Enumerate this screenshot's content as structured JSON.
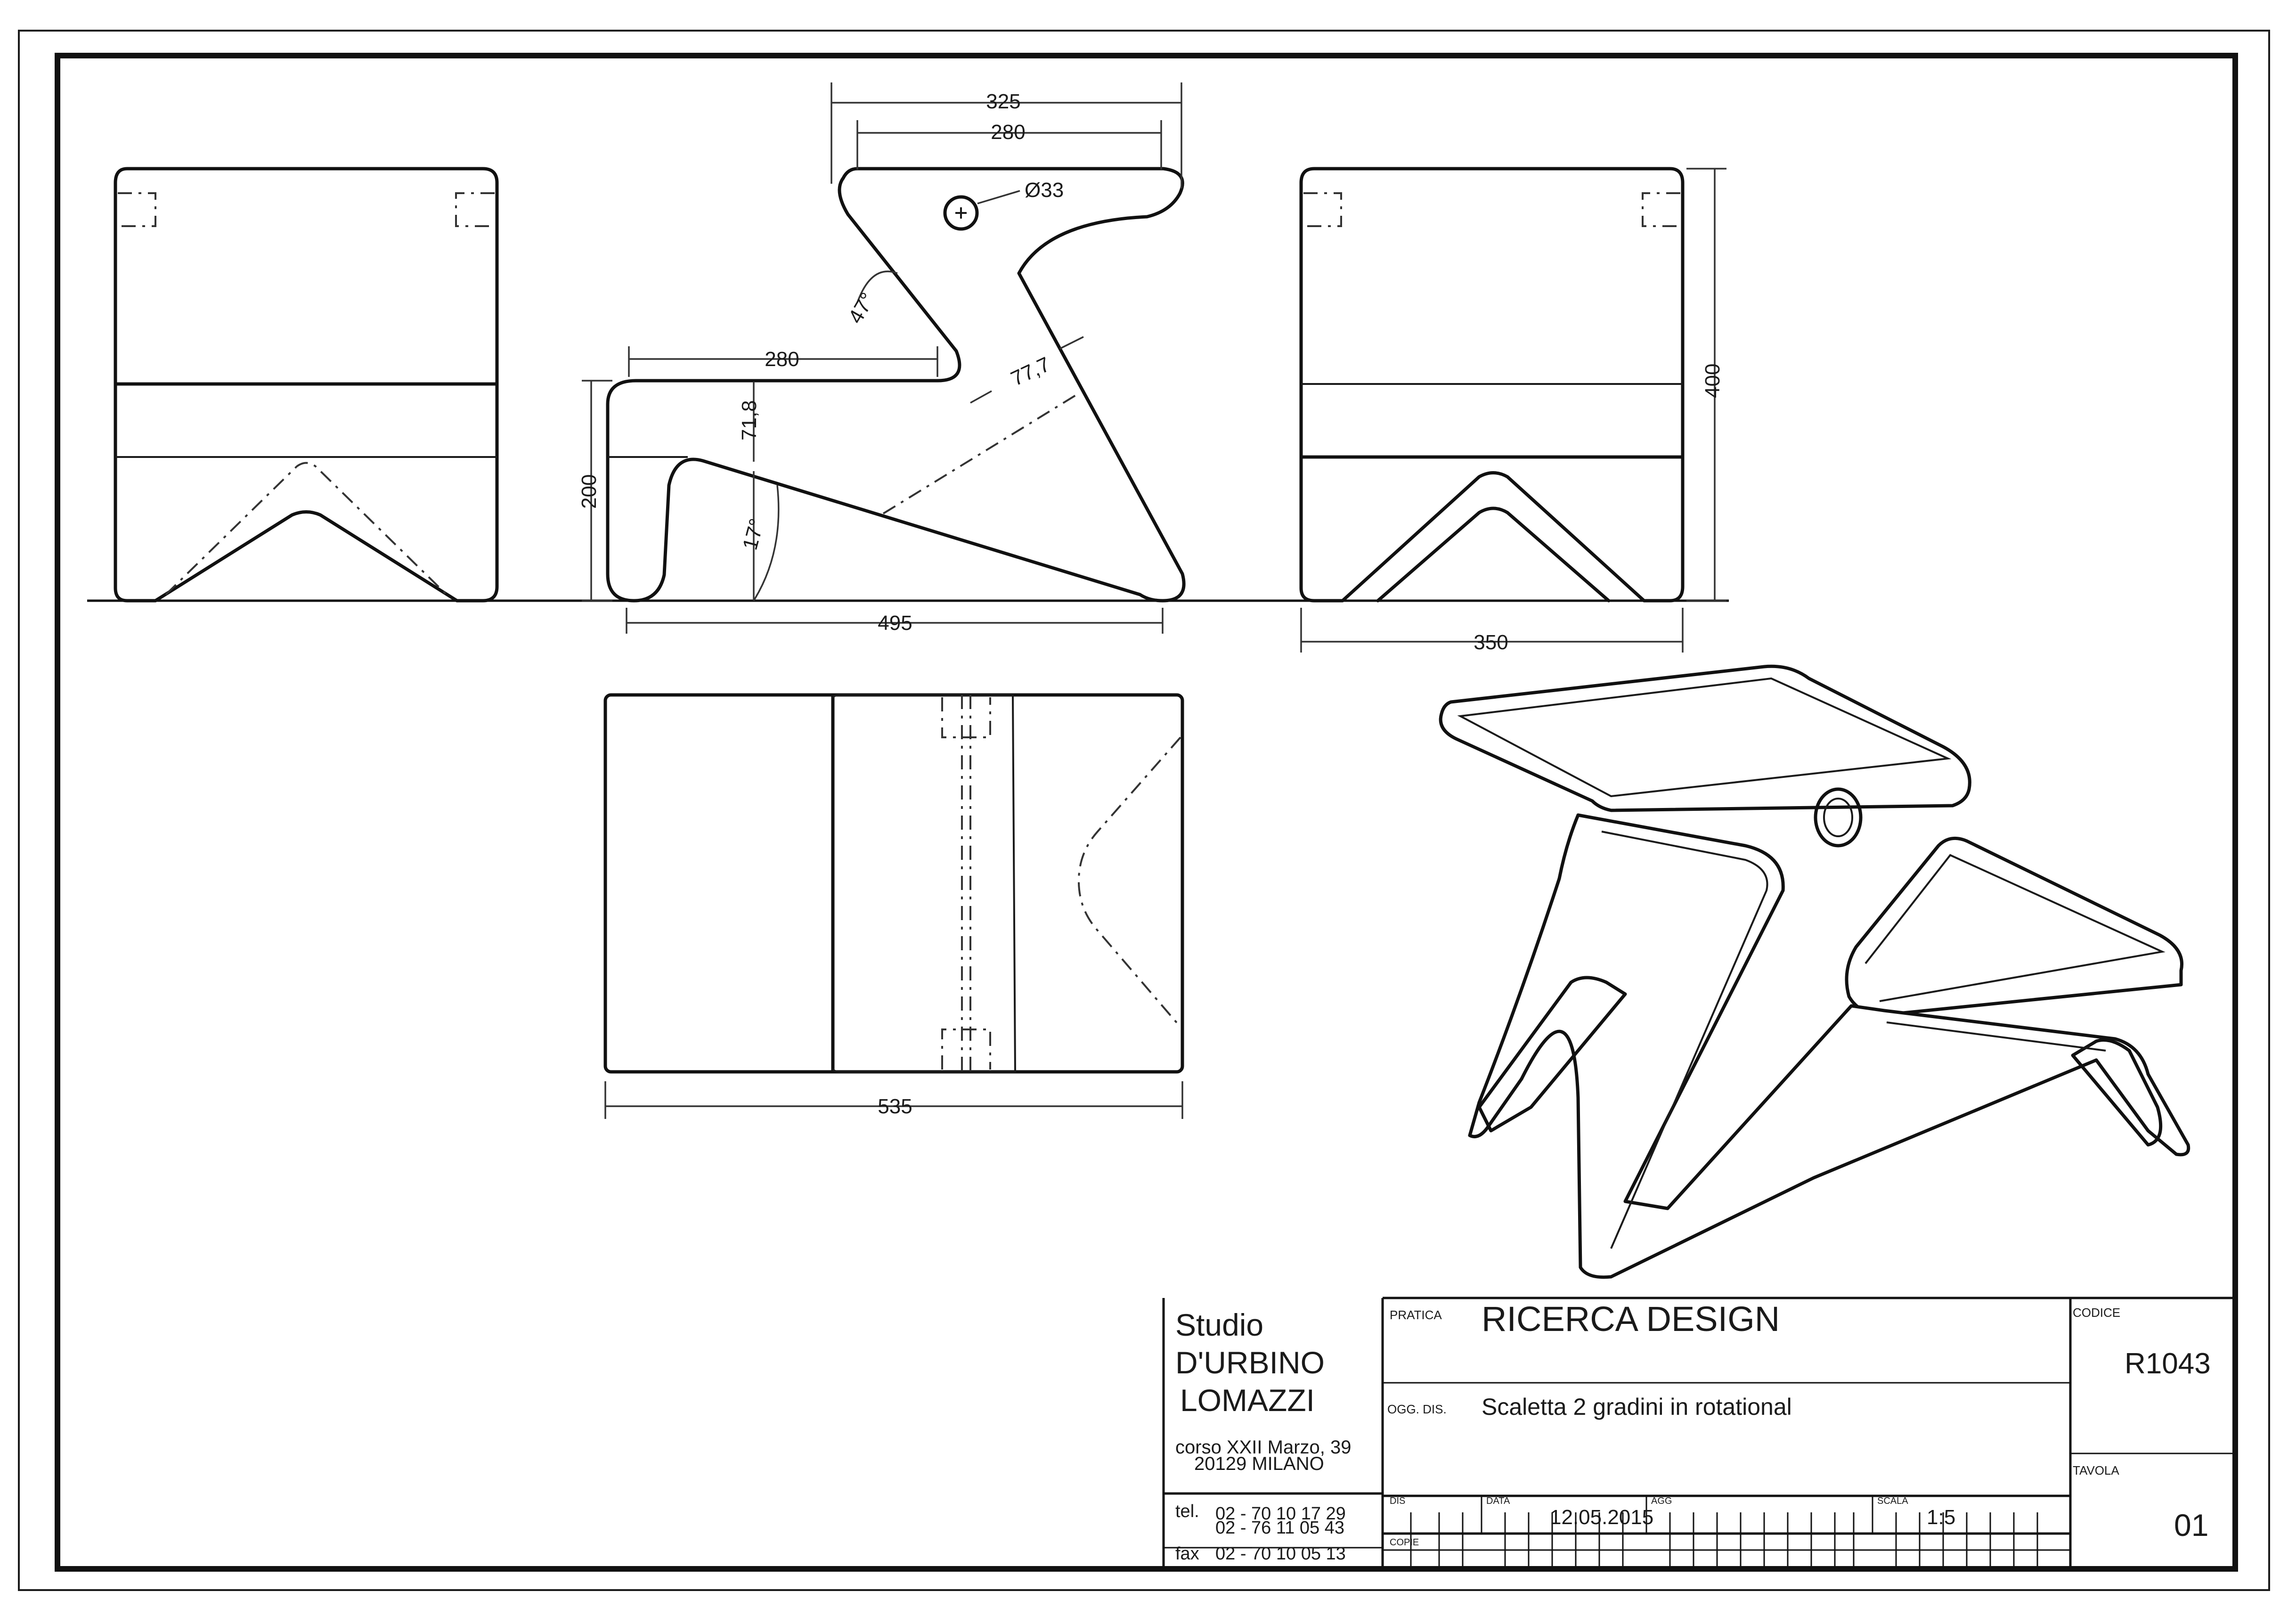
{
  "dimensions": {
    "overall_width_325": "325",
    "inner_width_280_top": "280",
    "hole_diameter": "Ø33",
    "angle_47": "47°",
    "step_width_280": "280",
    "thickness_77_7": "77,7",
    "height_71_8": "71,8",
    "height_200": "200",
    "angle_17": "17°",
    "length_495": "495",
    "height_400": "400",
    "width_350": "350",
    "depth_535": "535"
  },
  "title_block": {
    "studio_line1": "Studio",
    "studio_line2": "D'URBINO",
    "studio_line3": "LOMAZZI",
    "address_line1": "corso  XXII Marzo, 39",
    "address_line2": "20129 MILANO",
    "tel_label": "tel.",
    "tel_1": "02 - 70 10 17 29",
    "tel_2": "02 - 76 11 05 43",
    "fax_label": "fax",
    "fax": "02 - 70 10 05 13",
    "pratica_label": "PRATICA",
    "pratica_value": "RICERCA DESIGN",
    "ogg_label": "OGG. DIS.",
    "ogg_value": "Scaletta 2 gradini in rotational",
    "codice_label": "CODICE",
    "codice_value": "R1043",
    "tavola_label": "TAVOLA",
    "tavola_value": "01",
    "dis_label": "DIS",
    "data_label": "DATA",
    "data_value": "12.05.2015",
    "agg_label": "AGG",
    "scala_label": "SCALA",
    "scala_value": "1:5",
    "copie_label": "COPIE"
  }
}
